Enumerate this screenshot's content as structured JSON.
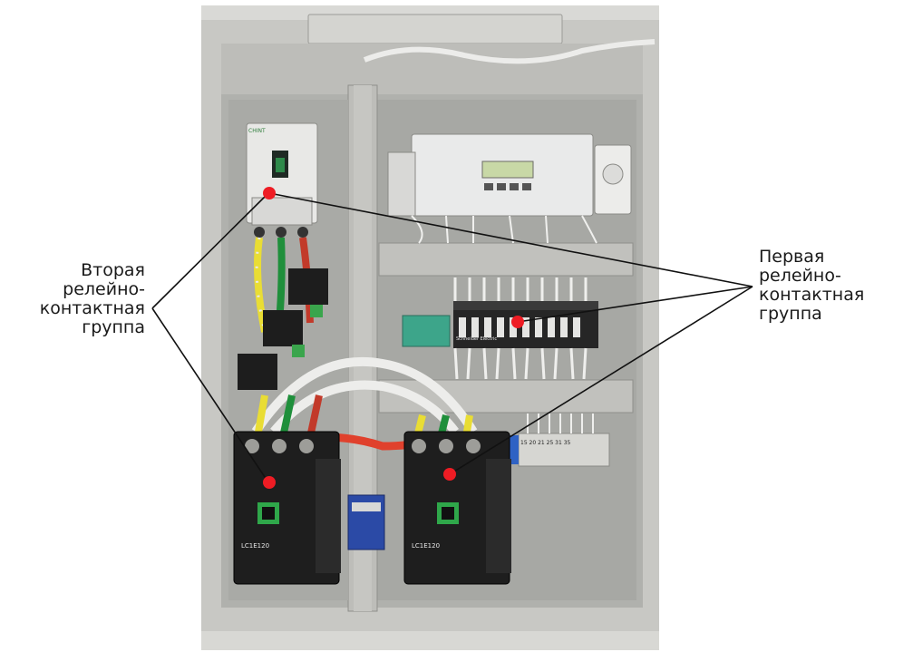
{
  "annotations": {
    "left_label": [
      "Вторая",
      "релейно-",
      "контактная",
      "группа"
    ],
    "right_label": [
      "Первая",
      "релейно-",
      "контактная",
      "группа"
    ]
  },
  "photo": {
    "breaker_texts": [
      "CHINT"
    ],
    "contactor_left_model": "LC1E120",
    "contactor_right_model": "LC1E120",
    "relay_brand": "Schneider Electric",
    "terminal_numbers": "15 20 21 25 31 35"
  },
  "colors": {
    "marker_red": "#ee1c24",
    "cabinet_gray": "#b9b9b6",
    "line_black": "#111111"
  },
  "icons": [
    "red-marker-icon",
    "circuit-breaker-icon",
    "contactor-icon",
    "relay-icon",
    "controller-icon"
  ]
}
